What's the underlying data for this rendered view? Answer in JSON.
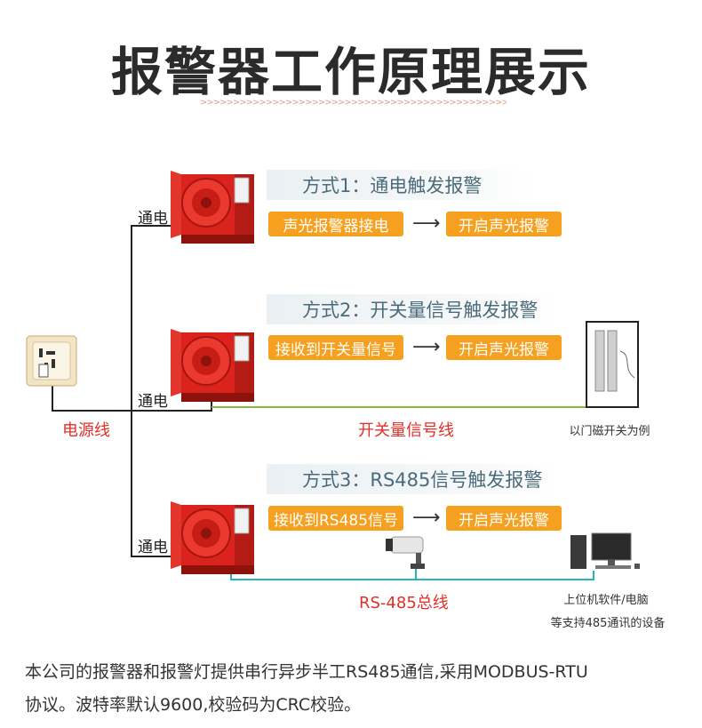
{
  "title": "报警器工作原理展示",
  "divider": ">>>>>>>>>>>>>>>>>>>>>>>>>>>>>>>>>>>>>>>>>>>>>>>>>>>>>>>>",
  "power_line_label": "电源线",
  "modes": [
    {
      "title": "方式1：通电触发报警",
      "box1": "声光报警器接电",
      "box2": "开启声光报警",
      "wire_label": "通电"
    },
    {
      "title": "方式2：开关量信号触发报警",
      "box1": "接收到开关量信号",
      "box2": "开启声光报警",
      "wire_label": "通电",
      "signal_line_label": "开关量信号线",
      "device_caption": "以门磁开关为例"
    },
    {
      "title": "方式3：RS485信号触发报警",
      "box1": "接收到RS485信号",
      "box2": "开启声光报警",
      "wire_label": "通电",
      "bus_label": "RS-485总线",
      "device_caption_1": "上位机软件/电脑",
      "device_caption_2": "等支持485通讯的设备"
    }
  ],
  "footer_line1": "本公司的报警器和报警灯提供串行异步半工RS485通信,采用MODBUS-RTU",
  "footer_line2": "协议。波特率默认9600,校验码为CRC校验。",
  "colors": {
    "accent_orange": "#f5a01e",
    "mode_header": "#4a6b7c",
    "siren_red": "#d9231c",
    "label_red": "#e0302a",
    "signal_green": "#8ab83a",
    "bus_cyan": "#27b5b5"
  }
}
